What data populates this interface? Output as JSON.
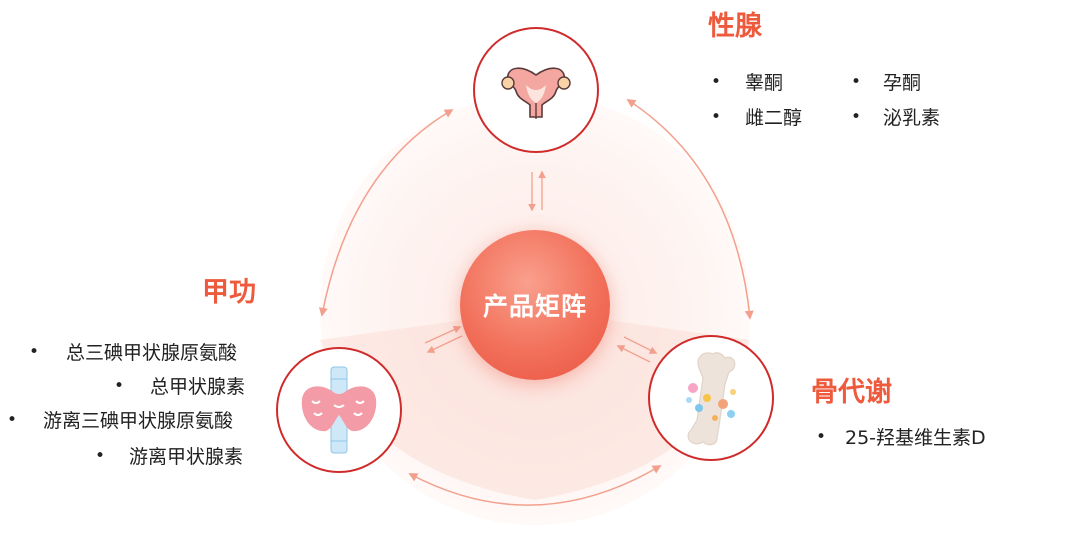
{
  "center": {
    "label": "产品矩阵"
  },
  "groups": {
    "gonad": {
      "title": "性腺",
      "items": [
        "睾酮",
        "孕酮",
        "雌二醇",
        "泌乳素"
      ]
    },
    "thyroid": {
      "title": "甲功",
      "items": [
        "总三碘甲状腺原氨酸",
        "总甲状腺素",
        "游离三碘甲状腺原氨酸",
        "游离甲状腺素"
      ]
    },
    "bone": {
      "title": "骨代谢",
      "items": [
        "25-羟基维生素D"
      ]
    }
  },
  "colors": {
    "accent": "#ee5a3c",
    "circle_border": "#d02b2b",
    "arrow": "#f2a08d",
    "halo": "#fde6e1"
  },
  "icons": {
    "gonad": "uterus-icon",
    "thyroid": "thyroid-icon",
    "bone": "bone-icon"
  }
}
